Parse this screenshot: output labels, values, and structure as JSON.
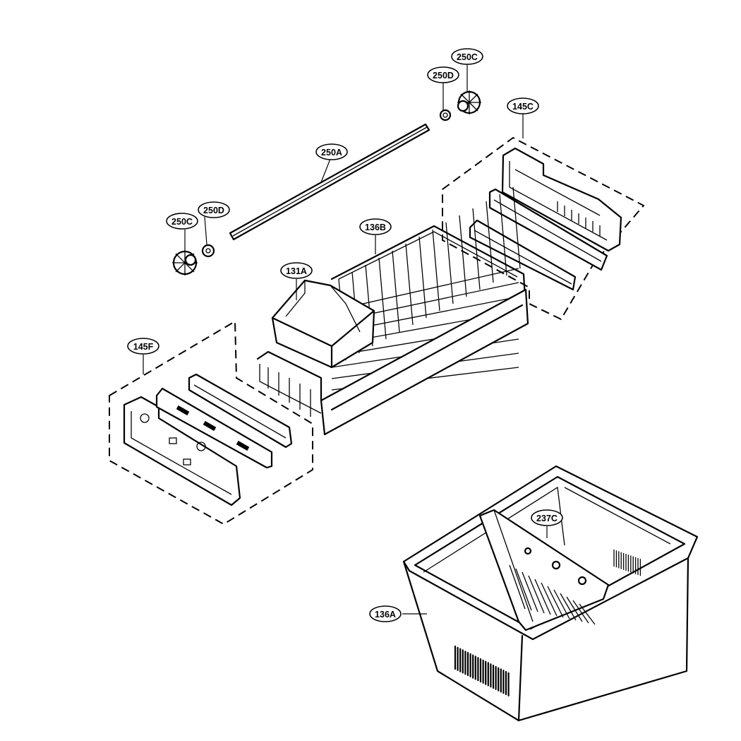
{
  "callouts": {
    "c250C_top": "250C",
    "c250D_top": "250D",
    "c145C": "145C",
    "c250A": "250A",
    "c250C_left": "250C",
    "c250D_left": "250D",
    "c136B": "136B",
    "c131A": "131A",
    "c145F": "145F",
    "c237C": "237C",
    "c136A": "136A"
  }
}
